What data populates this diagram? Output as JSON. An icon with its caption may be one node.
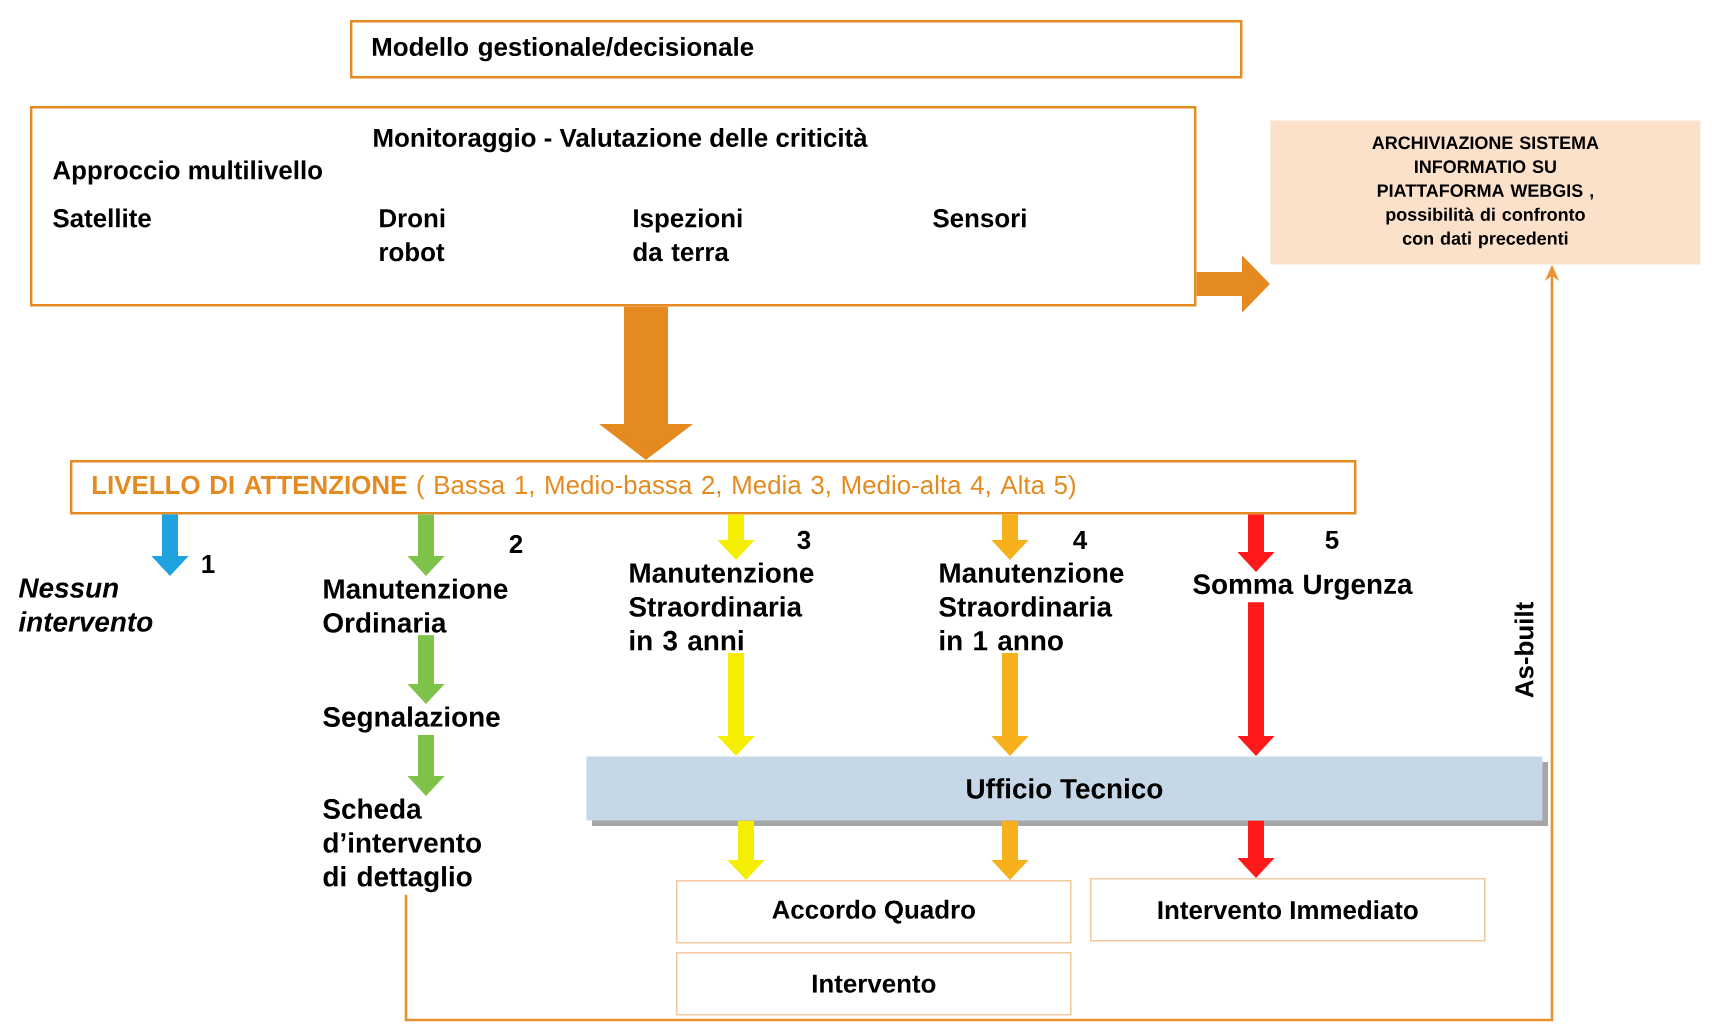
{
  "diagram": {
    "nodes": [
      {
        "text": [
          "Modello gestionale/decisionale"
        ]
      },
      {
        "text": [
          "Monitoraggio - Valutazione delle criticità",
          "Approccio multilivello",
          "Satellite",
          "Droni robot",
          "Ispezioni da terra",
          "Sensori"
        ]
      },
      {
        "text": [
          "ARCHIVIAZIONE SISTEMA INFORMATIO SU PIATTAFORMA WEBGIS ,",
          "possibilità di confronto con dati precedenti"
        ]
      },
      {
        "text": [
          "**LIVELLO DI ATTENZIONE** ( Bassa 1, Medio-bassa 2, Media 3, Medio-alta 4, Alta 5)"
        ]
      },
      {
        "text": [
          "Nessun intervento"
        ],
        "beside": [
          "1"
        ]
      },
      {
        "text": [
          "Manutenzione Ordinaria"
        ],
        "beside": [
          "2"
        ]
      },
      {
        "text": [
          "Segnalazione"
        ]
      },
      {
        "text": [
          "Scheda d’intervento di dettaglio"
        ]
      },
      {
        "text": [
          "Manutenzione Straordinaria in 3 anni"
        ],
        "beside": [
          "3"
        ]
      },
      {
        "text": [
          "Manutenzione Straordinaria in 1 anno"
        ],
        "beside": [
          "4"
        ]
      },
      {
        "text": [
          "Somma Urgenza"
        ],
        "beside": [
          "5"
        ]
      },
      {
        "text": [
          "Ufficio Tecnico"
        ]
      },
      {
        "text": [
          "Accordo Quadro"
        ]
      },
      {
        "text": [
          "Intervento Immediato"
        ]
      },
      {
        "text": [
          "Intervento"
        ]
      }
    ],
    "edges": [
      {
        "from": 1,
        "to": 2,
        "arrow": "to",
        "color": "#e58a1f"
      },
      {
        "from": 1,
        "to": 3,
        "arrow": "to",
        "style": "thick",
        "color": "#e58a1f"
      },
      {
        "from": 3,
        "to": 4,
        "arrow": "to",
        "color": "#1fa3e0"
      },
      {
        "from": 3,
        "to": 5,
        "arrow": "to",
        "color": "#7ec24a"
      },
      {
        "from": 3,
        "to": 8,
        "arrow": "to",
        "color": "#f5ee00"
      },
      {
        "from": 3,
        "to": 9,
        "arrow": "to",
        "color": "#f5b01c"
      },
      {
        "from": 3,
        "to": 10,
        "arrow": "to",
        "color": "#ff1a1a"
      },
      {
        "from": 5,
        "to": 6,
        "arrow": "to",
        "color": "#7ec24a"
      },
      {
        "from": 6,
        "to": 7,
        "arrow": "to",
        "color": "#7ec24a"
      },
      {
        "from": 8,
        "to": 11,
        "arrow": "to",
        "color": "#f5ee00"
      },
      {
        "from": 9,
        "to": 11,
        "arrow": "to",
        "color": "#f5b01c"
      },
      {
        "from": 10,
        "to": 11,
        "arrow": "to",
        "color": "#ff1a1a"
      },
      {
        "from": 11,
        "to": 12,
        "arrow": "to",
        "color": "#f5ee00"
      },
      {
        "from": 11,
        "to": 12,
        "arrow": "to",
        "color": "#f5b01c"
      },
      {
        "from": 11,
        "to": 13,
        "arrow": "to",
        "color": "#ff1a1a"
      },
      {
        "from": 7,
        "to": 2,
        "arrow": "to",
        "label": "As-built",
        "color": "#e8912e"
      }
    ]
  }
}
